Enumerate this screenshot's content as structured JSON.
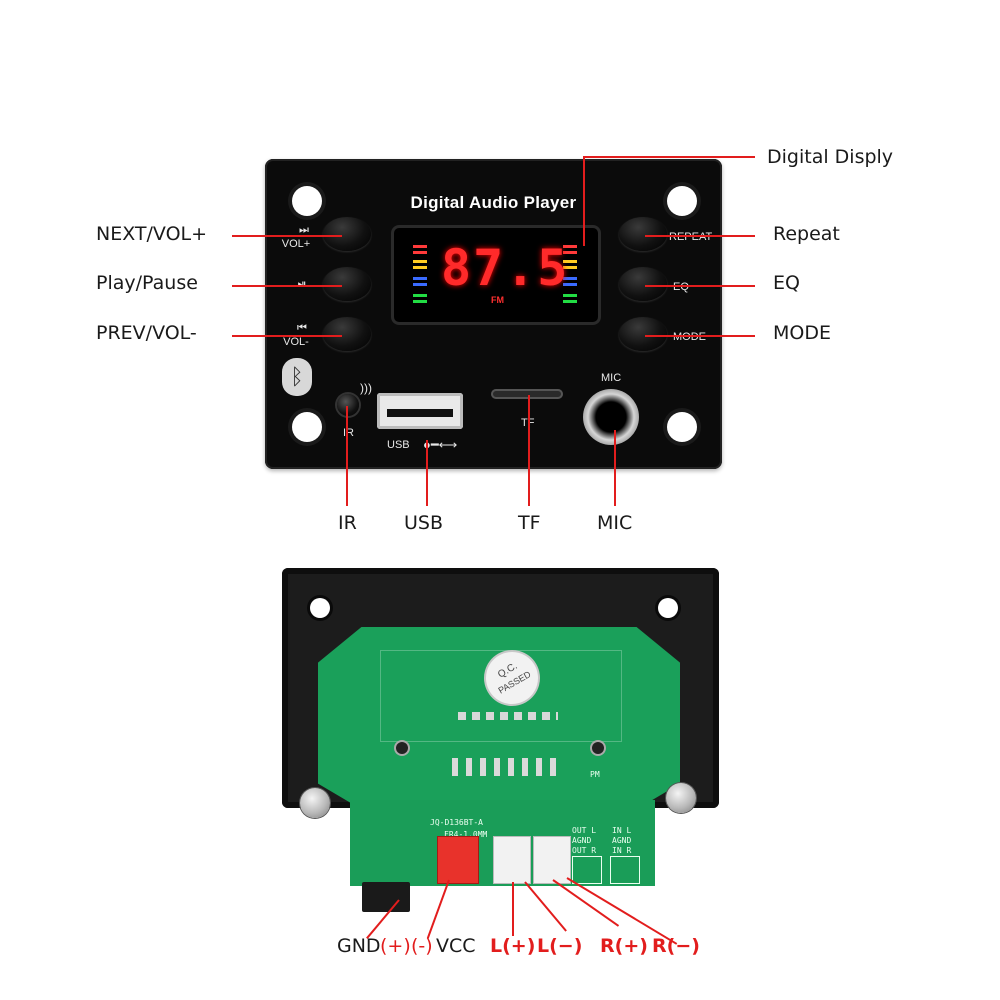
{
  "front_panel": {
    "title": "Digital Audio Player",
    "display_value": "87.5",
    "display_band": "FM",
    "buttons": {
      "next": "VOL+",
      "prev": "VOL-",
      "repeat": "REPEAT",
      "eq": "EQ",
      "mode": "MODE"
    },
    "ports": {
      "ir": "IR",
      "usb": "USB",
      "tf": "TF",
      "mic": "MIC"
    }
  },
  "callouts": {
    "digital_display": "Digital Disply",
    "next_vol": "NEXT/VOL+",
    "play_pause": "Play/Pause",
    "prev_vol": "PREV/VOL-",
    "repeat": "Repeat",
    "eq": "EQ",
    "mode": "MODE",
    "ir": "IR",
    "usb": "USB",
    "tf": "TF",
    "mic": "MIC"
  },
  "back_board": {
    "model": "JQ-D136BT-A",
    "material": "FR4-1.0MM",
    "qc_line1": "Q.C.",
    "qc_line2": "PASSED",
    "out_labels": [
      "OUT L",
      "AGND",
      "OUT R"
    ],
    "in_labels": [
      "IN L",
      "AGND",
      "IN R"
    ],
    "pm": "PM"
  },
  "bottom_labels": {
    "gnd": "GND",
    "plus": "(+)",
    "minus": "(-)",
    "vcc": "VCC",
    "l_plus": "L(+)",
    "l_minus": "L(−)",
    "r_plus": "R(+)",
    "r_minus": "R(−)"
  },
  "colors": {
    "accent_line": "#e21d1d",
    "pcb_green": "#1aa05a",
    "panel_black": "#0b0b0b",
    "seg_red": "#ff2a2a"
  }
}
